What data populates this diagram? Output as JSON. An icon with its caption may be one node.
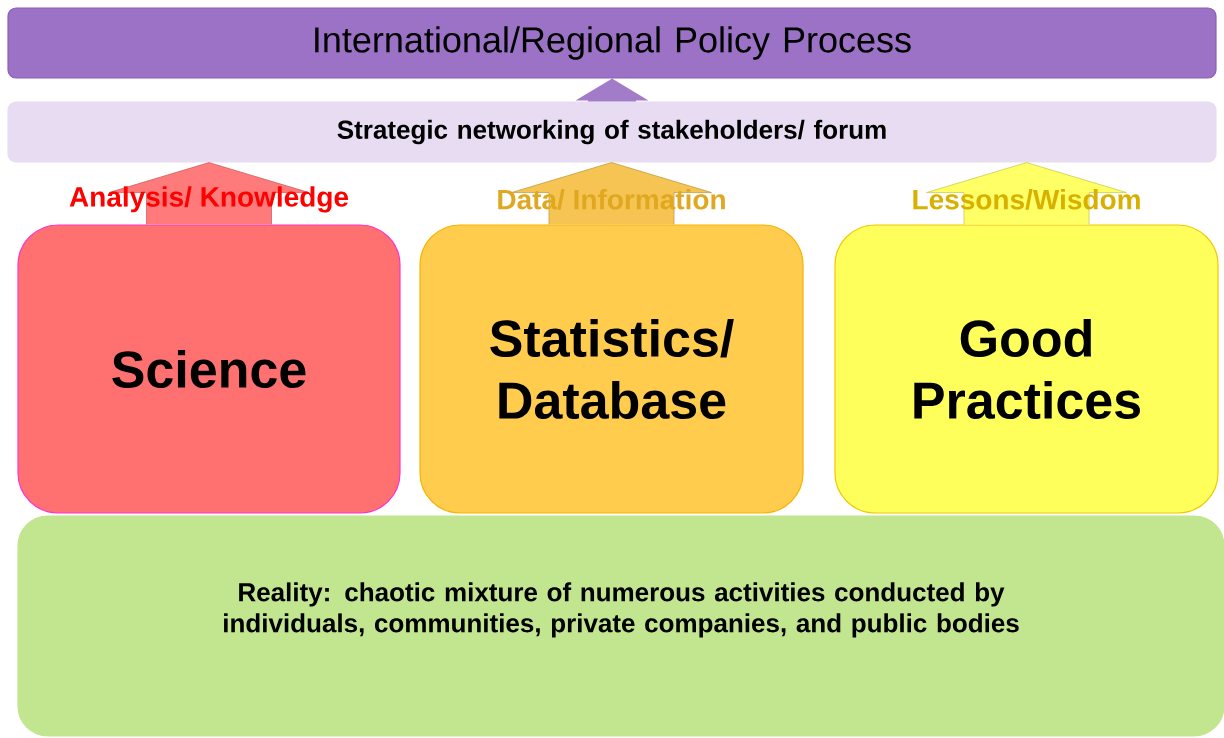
{
  "diagram": {
    "nodes": [
      {
        "text": [
          "International/Regional Policy Process"
        ]
      },
      {
        "text": [
          "Strategic networking of stakeholders/ forum"
        ]
      },
      {
        "text": [
          "Science"
        ]
      },
      {
        "text": [
          "Statistics/ Database"
        ]
      },
      {
        "text": [
          "Good Practices"
        ]
      },
      {
        "text": [
          "Reality: chaotic mixture of numerous activities conducted by individuals, communities, private companies, and public bodies"
        ]
      }
    ],
    "edges": [
      {
        "from": 2,
        "to": 1,
        "arrow": "to",
        "label": "Analysis/ Knowledge",
        "color": "#ff7a7a"
      },
      {
        "from": 3,
        "to": 1,
        "arrow": "to",
        "label": "Data/ Information",
        "color": "#f5c452"
      },
      {
        "from": 4,
        "to": 1,
        "arrow": "to",
        "label": "Lessons/Wisdom",
        "color": "#ffff66"
      },
      {
        "from": 1,
        "to": 0,
        "arrow": "to",
        "color": "#a27cc8"
      }
    ]
  }
}
